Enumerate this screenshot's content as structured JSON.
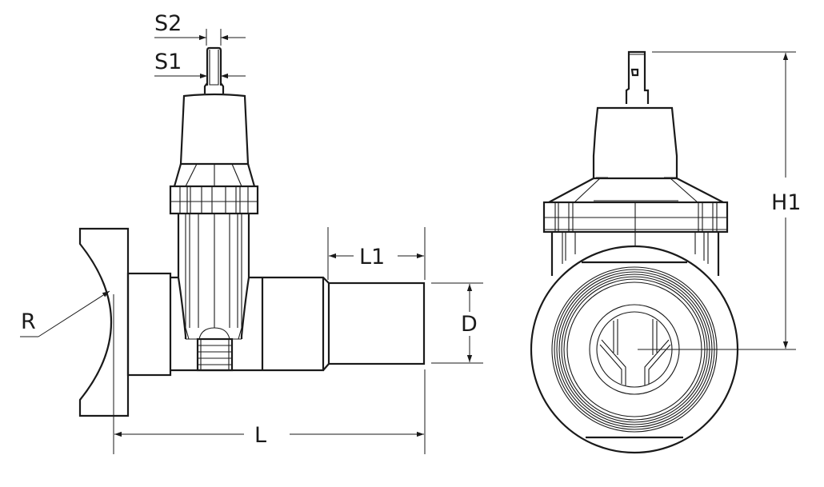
{
  "drawing": {
    "labels": {
      "s2": "S2",
      "s1": "S1",
      "l1": "L1",
      "d": "D",
      "r": "R",
      "l": "L",
      "h1": "H1"
    },
    "line_color": "#1a1a1a",
    "background": "#ffffff"
  }
}
